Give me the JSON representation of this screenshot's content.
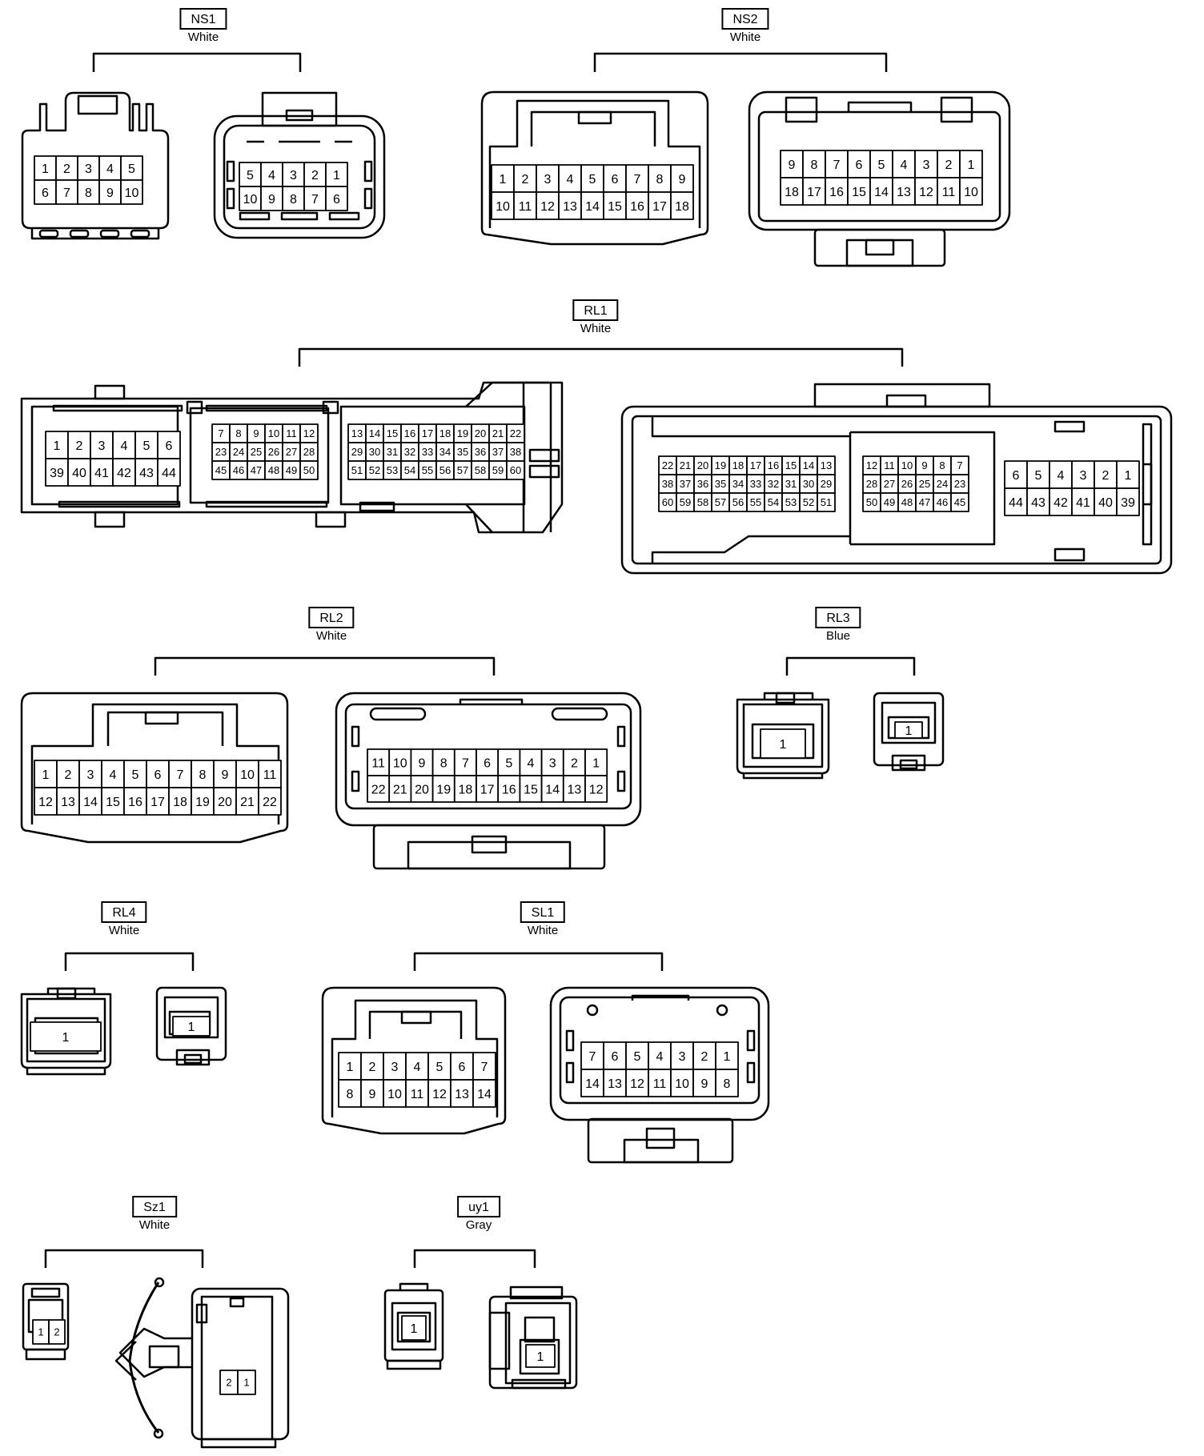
{
  "connectors": [
    {
      "id": "NS1",
      "color": "White",
      "views": [
        {
          "rows": [
            [
              "1",
              "2",
              "3",
              "4",
              "5"
            ],
            [
              "6",
              "7",
              "8",
              "9",
              "10"
            ]
          ]
        },
        {
          "rows": [
            [
              "5",
              "4",
              "3",
              "2",
              "1"
            ],
            [
              "10",
              "9",
              "8",
              "7",
              "6"
            ]
          ]
        }
      ]
    },
    {
      "id": "NS2",
      "color": "White",
      "views": [
        {
          "rows": [
            [
              "1",
              "2",
              "3",
              "4",
              "5",
              "6",
              "7",
              "8",
              "9"
            ],
            [
              "10",
              "11",
              "12",
              "13",
              "14",
              "15",
              "16",
              "17",
              "18"
            ]
          ]
        },
        {
          "rows": [
            [
              "9",
              "8",
              "7",
              "6",
              "5",
              "4",
              "3",
              "2",
              "1"
            ],
            [
              "18",
              "17",
              "16",
              "15",
              "14",
              "13",
              "12",
              "11",
              "10"
            ]
          ]
        }
      ]
    },
    {
      "id": "RL1",
      "color": "White",
      "views": [
        {
          "groups": [
            {
              "rows": [
                [
                  "1",
                  "2",
                  "3",
                  "4",
                  "5",
                  "6"
                ],
                [
                  "39",
                  "40",
                  "41",
                  "42",
                  "43",
                  "44"
                ]
              ]
            },
            {
              "rows": [
                [
                  "7",
                  "8",
                  "9",
                  "10",
                  "11",
                  "12"
                ],
                [
                  "23",
                  "24",
                  "25",
                  "26",
                  "27",
                  "28"
                ],
                [
                  "45",
                  "46",
                  "47",
                  "48",
                  "49",
                  "50"
                ]
              ]
            },
            {
              "rows": [
                [
                  "13",
                  "14",
                  "15",
                  "16",
                  "17",
                  "18",
                  "19",
                  "20",
                  "21",
                  "22"
                ],
                [
                  "29",
                  "30",
                  "31",
                  "32",
                  "33",
                  "34",
                  "35",
                  "36",
                  "37",
                  "38"
                ],
                [
                  "51",
                  "52",
                  "53",
                  "54",
                  "55",
                  "56",
                  "57",
                  "58",
                  "59",
                  "60"
                ]
              ]
            }
          ]
        },
        {
          "groups": [
            {
              "rows": [
                [
                  "22",
                  "21",
                  "20",
                  "19",
                  "18",
                  "17",
                  "16",
                  "15",
                  "14",
                  "13"
                ],
                [
                  "38",
                  "37",
                  "36",
                  "35",
                  "34",
                  "33",
                  "32",
                  "31",
                  "30",
                  "29"
                ],
                [
                  "60",
                  "59",
                  "58",
                  "57",
                  "56",
                  "55",
                  "54",
                  "53",
                  "52",
                  "51"
                ]
              ]
            },
            {
              "rows": [
                [
                  "12",
                  "11",
                  "10",
                  "9",
                  "8",
                  "7"
                ],
                [
                  "28",
                  "27",
                  "26",
                  "25",
                  "24",
                  "23"
                ],
                [
                  "50",
                  "49",
                  "48",
                  "47",
                  "46",
                  "45"
                ]
              ]
            },
            {
              "rows": [
                [
                  "6",
                  "5",
                  "4",
                  "3",
                  "2",
                  "1"
                ],
                [
                  "44",
                  "43",
                  "42",
                  "41",
                  "40",
                  "39"
                ]
              ]
            }
          ]
        }
      ]
    },
    {
      "id": "RL2",
      "color": "White",
      "views": [
        {
          "rows": [
            [
              "1",
              "2",
              "3",
              "4",
              "5",
              "6",
              "7",
              "8",
              "9",
              "10",
              "11"
            ],
            [
              "12",
              "13",
              "14",
              "15",
              "16",
              "17",
              "18",
              "19",
              "20",
              "21",
              "22"
            ]
          ]
        },
        {
          "rows": [
            [
              "11",
              "10",
              "9",
              "8",
              "7",
              "6",
              "5",
              "4",
              "3",
              "2",
              "1"
            ],
            [
              "22",
              "21",
              "20",
              "19",
              "18",
              "17",
              "16",
              "15",
              "14",
              "13",
              "12"
            ]
          ]
        }
      ]
    },
    {
      "id": "RL3",
      "color": "Blue",
      "views": [
        {
          "rows": [
            [
              "1"
            ]
          ]
        },
        {
          "rows": [
            [
              "1"
            ]
          ]
        }
      ]
    },
    {
      "id": "RL4",
      "color": "White",
      "views": [
        {
          "rows": [
            [
              "1"
            ]
          ]
        },
        {
          "rows": [
            [
              "1"
            ]
          ]
        }
      ]
    },
    {
      "id": "SL1",
      "color": "White",
      "views": [
        {
          "rows": [
            [
              "1",
              "2",
              "3",
              "4",
              "5",
              "6",
              "7"
            ],
            [
              "8",
              "9",
              "10",
              "11",
              "12",
              "13",
              "14"
            ]
          ]
        },
        {
          "rows": [
            [
              "7",
              "6",
              "5",
              "4",
              "3",
              "2",
              "1"
            ],
            [
              "14",
              "13",
              "12",
              "11",
              "10",
              "9",
              "8"
            ]
          ]
        }
      ]
    },
    {
      "id": "Sz1",
      "color": "White",
      "views": [
        {
          "rows": [
            [
              "1",
              "2"
            ]
          ]
        },
        {
          "rows": [
            [
              "2",
              "1"
            ]
          ]
        }
      ]
    },
    {
      "id": "uy1",
      "color": "Gray",
      "views": [
        {
          "rows": [
            [
              "1"
            ]
          ]
        },
        {
          "rows": [
            [
              "1"
            ]
          ]
        }
      ]
    }
  ]
}
